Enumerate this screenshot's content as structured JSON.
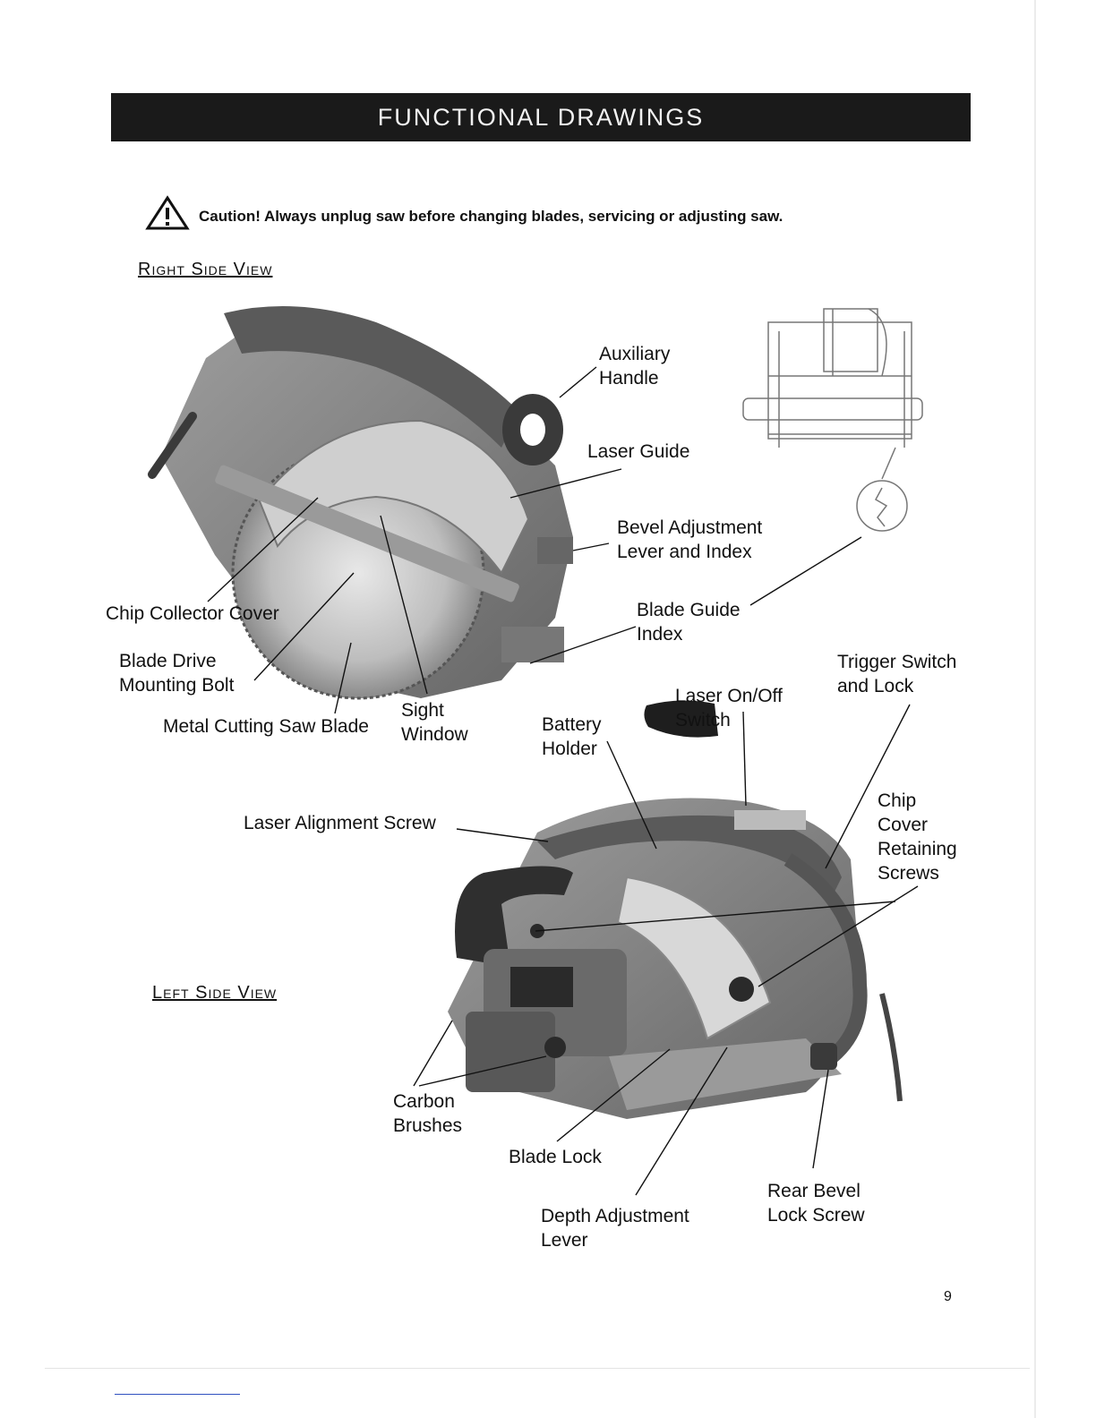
{
  "header": {
    "title": "FUNCTIONAL DRAWINGS"
  },
  "caution": {
    "text": "Caution! Always unplug saw before changing blades, servicing or adjusting saw."
  },
  "sections": {
    "right_view": "Right Side View",
    "left_view": "Left Side View"
  },
  "right_labels": {
    "auxiliary_handle": "Auxiliary\nHandle",
    "laser_guide": "Laser Guide",
    "bevel_adjustment": "Bevel Adjustment\nLever and Index",
    "blade_guide_index": "Blade Guide\nIndex",
    "chip_collector_cover": "Chip Collector Cover",
    "blade_drive_bolt": "Blade Drive\nMounting Bolt",
    "metal_cutting_blade": "Metal Cutting Saw Blade",
    "sight_window": "Sight\nWindow"
  },
  "left_labels": {
    "trigger_switch": "Trigger Switch\nand Lock",
    "laser_on_off": "Laser On/Off\nSwitch",
    "battery_holder": "Battery\nHolder",
    "laser_alignment_screw": "Laser Alignment Screw",
    "chip_cover_screws": "Chip\nCover\nRetaining\nScrews",
    "carbon_brushes": "Carbon\nBrushes",
    "blade_lock": "Blade Lock",
    "depth_adjustment": "Depth Adjustment\nLever",
    "rear_bevel_lock": "Rear Bevel\nLock Screw"
  },
  "page_number": "9",
  "icons": {
    "caution": "warning-triangle-icon"
  },
  "colors": {
    "header_bg": "#1a1a1a",
    "header_text": "#f2f2f2"
  }
}
